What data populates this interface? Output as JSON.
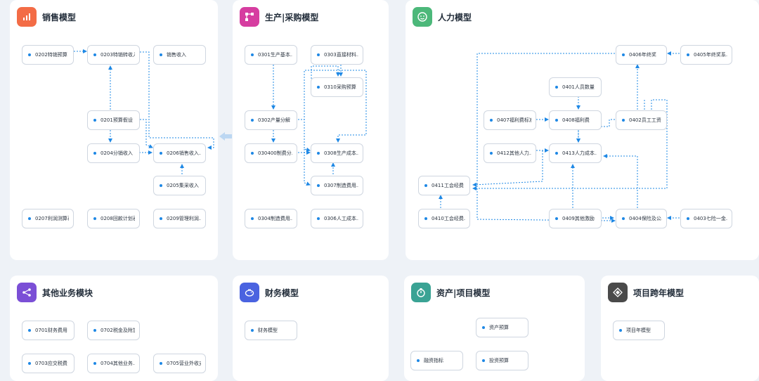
{
  "colors": {
    "accent": "#1e88e5",
    "sales": "#f36c46",
    "production": "#d63da0",
    "hr": "#4cb87a",
    "other": "#7b4fd6",
    "finance": "#4a63e0",
    "asset": "#3aa394",
    "cross": "#4a4a4a"
  },
  "panels": {
    "sales": {
      "title": "销售模型",
      "icon": "bar-chart-icon",
      "nodes": [
        "0202特销预算",
        "0203特销转收入",
        "销售收入",
        "0201预算假设",
        "0204分销收入",
        "0206销售收入...",
        "0205集采收入",
        "0207利润测算表",
        "0208回款计划表",
        "0209管理利润..."
      ]
    },
    "production": {
      "title": "生产|采购模型",
      "icon": "flow-icon",
      "nodes": [
        "0301生产基本...",
        "0303直接材料...",
        "0310采购预算",
        "0302产量分解",
        "030400制费分...",
        "0308生产成本...",
        "0307制造费用...",
        "0304制造费用...",
        "0306人工成本..."
      ]
    },
    "hr": {
      "title": "人力模型",
      "icon": "smile-icon",
      "nodes": [
        "0406年终奖",
        "0405年终奖系...",
        "0401人员数量",
        "0407福利费标准",
        "0408福利费",
        "0402员工工资",
        "0412其他人力...",
        "0413人力成本...",
        "0411工会经费",
        "0410工会经费...",
        "0409其他激励",
        "0404保险及公...",
        "0403七险一金..."
      ]
    },
    "other": {
      "title": "其他业务模块",
      "icon": "share-icon",
      "nodes": [
        "0701财务费用",
        "0702税金及附加",
        "0703应交税费",
        "0704其他业务...",
        "0705营业外收支"
      ]
    },
    "finance": {
      "title": "财务模型",
      "icon": "piggy-bank-icon",
      "nodes": [
        "财务模型"
      ]
    },
    "asset": {
      "title": "资产|项目模型",
      "icon": "timer-icon",
      "nodes": [
        "资产预算",
        "融资指标",
        "投资预算"
      ]
    },
    "cross": {
      "title": "项目跨年模型",
      "icon": "diamond-icon",
      "nodes": [
        "项目年模型"
      ]
    }
  }
}
